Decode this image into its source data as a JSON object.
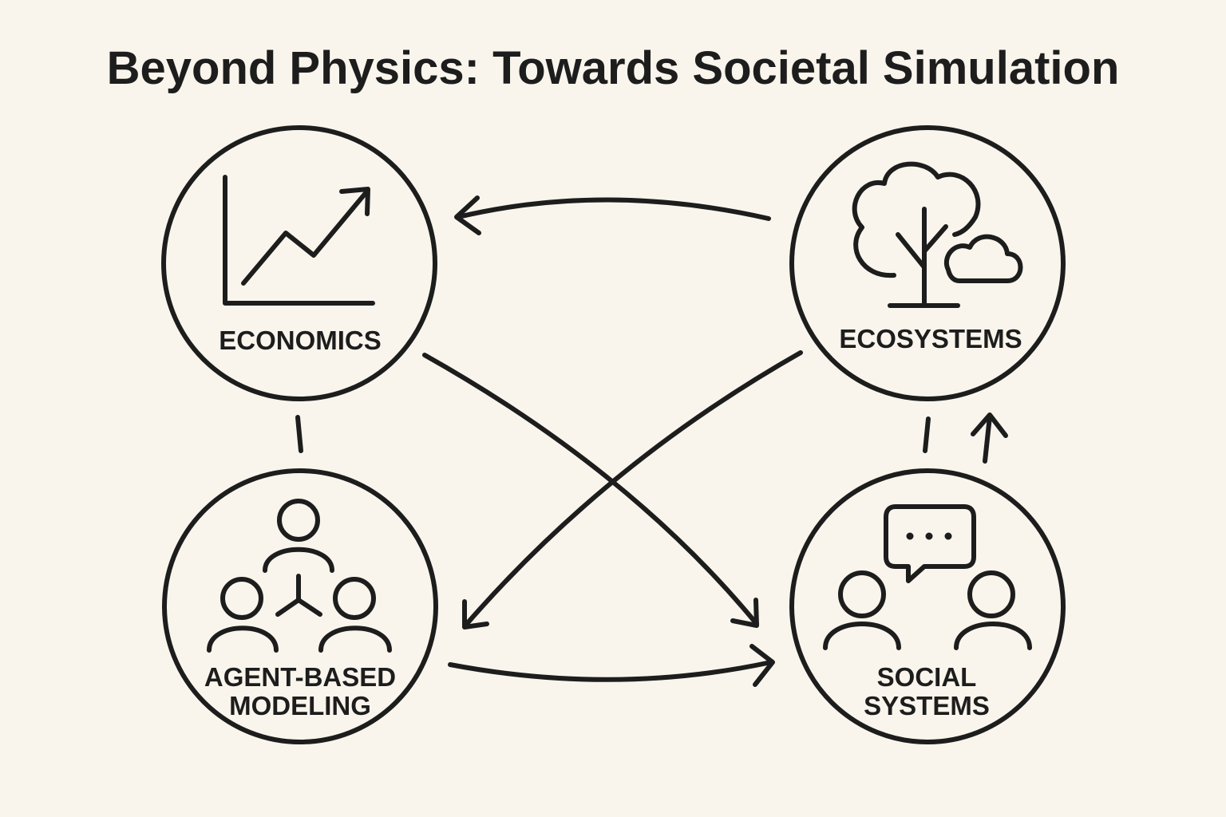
{
  "title": "Beyond Physics: Towards Societal Simulation",
  "nodes": {
    "economics": {
      "label": "ECONOMICS",
      "icon": "line-chart-icon"
    },
    "ecosystems": {
      "label": "ECOSYSTEMS",
      "icon": "tree-cloud-icon"
    },
    "agent_based": {
      "label_line1": "AGENT-BASED",
      "label_line2": "MODELING",
      "icon": "agent-network-icon"
    },
    "social": {
      "label_line1": "SOCIAL",
      "label_line2": "SYSTEMS",
      "icon": "people-chat-icon"
    }
  },
  "edges": [
    {
      "from": "ecosystems",
      "to": "economics",
      "arrow": true
    },
    {
      "from": "economics",
      "to": "social",
      "arrow": true
    },
    {
      "from": "ecosystems",
      "to": "agent_based",
      "arrow": true
    },
    {
      "from": "agent_based",
      "to": "social",
      "arrow": true
    },
    {
      "from": "economics",
      "to": "agent_based",
      "arrow": false
    },
    {
      "from": "social",
      "to": "ecosystems",
      "arrow": false
    },
    {
      "from": "social",
      "to": "ecosystems",
      "arrow": true
    }
  ],
  "colors": {
    "ink": "#1d1d1d",
    "background": "#f9f5ec"
  }
}
